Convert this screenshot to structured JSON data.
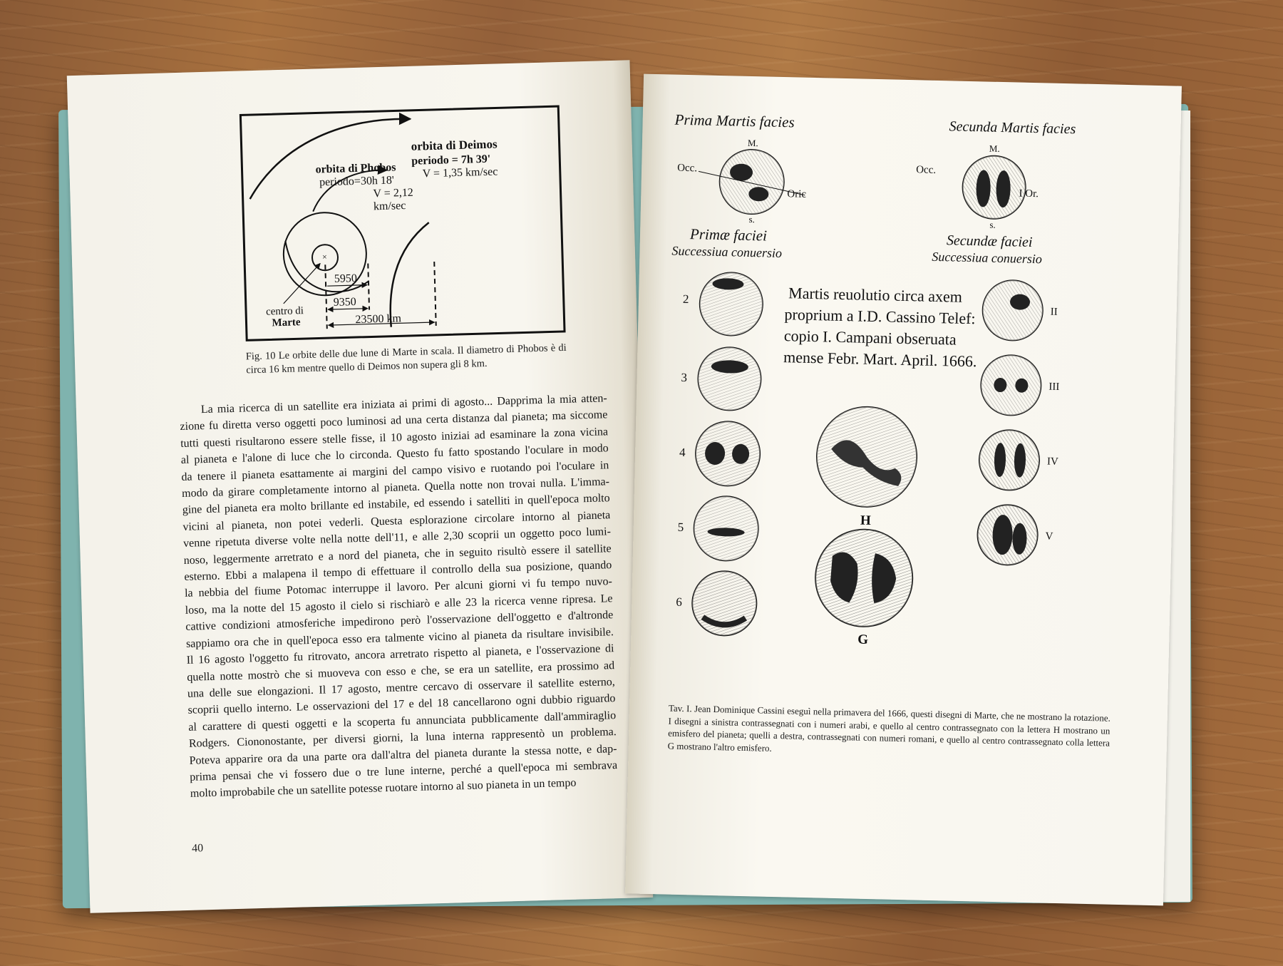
{
  "left_page": {
    "figure": {
      "label_deimos": "orbita di Deimos",
      "deimos_period": "periodo = 7h 39'",
      "deimos_speed": "V = 1,35 km/sec",
      "label_phobos": "orbita di Phobos",
      "phobos_period": "periodo=30h 18'",
      "phobos_speed_v": "V = 2,12",
      "phobos_speed_unit": "km/sec",
      "center_label_1": "centro di",
      "center_label_2": "Marte",
      "dist_1": "5950",
      "dist_2": "9350",
      "dist_3": "23500 km"
    },
    "caption": "Fig. 10  Le orbite delle due lune di Marte in scala. Il diametro di Phobos è di circa 16 km mentre quello di Deimos non supera gli 8 km.",
    "body_lines": [
      "La mia ricerca di un satellite era iniziata ai primi di agosto... Dapprima la mia atten-",
      "zione fu diretta verso oggetti poco luminosi ad una certa distanza dal pianeta; ma siccome",
      "tutti questi risultarono essere stelle fisse, il 10 agosto iniziai ad esaminare la zona vicina",
      "al pianeta e l'alone di luce che lo circonda. Questo fu fatto spostando l'oculare in modo",
      "da tenere il pianeta esattamente ai margini del campo visivo e ruotando poi l'oculare in",
      "modo da girare completamente intorno al pianeta. Quella notte non trovai nulla. L'imma-",
      "gine del pianeta era molto brillante ed instabile, ed essendo i satelliti in quell'epoca molto",
      "vicini al pianeta, non potei vederli. Questa esplorazione circolare intorno al pianeta",
      "venne ripetuta diverse volte nella notte dell'11, e alle 2,30 scoprii un oggetto poco lumi-",
      "noso, leggermente arretrato e a nord del pianeta, che in seguito risultò essere il satellite",
      "esterno. Ebbi a malapena il tempo di effettuare il controllo della sua posizione, quando",
      "la nebbia del fiume Potomac interruppe il lavoro. Per alcuni giorni vi fu tempo nuvo-",
      "loso, ma la notte del 15 agosto il cielo si rischiarò e alle 23 la ricerca venne ripresa. Le",
      "cattive condizioni atmosferiche impedirono però l'osservazione dell'oggetto e d'altronde",
      "sappiamo ora che in quell'epoca esso era talmente vicino al pianeta da risultare invisibile.",
      "Il 16 agosto l'oggetto fu ritrovato, ancora arretrato rispetto al pianeta, e l'osservazione di",
      "quella notte mostrò che si muoveva con esso e che, se era un satellite, era prossimo ad",
      "una delle sue elongazioni. Il 17 agosto, mentre cercavo di osservare il satellite esterno,",
      "scoprii quello interno. Le osservazioni del 17 e del 18 cancellarono ogni dubbio riguardo",
      "al carattere di questi oggetti e la scoperta fu annunciata pubblicamente dall'ammiraglio",
      "Rodgers. Ciononostante, per diversi giorni, la luna interna rappresentò un problema.",
      "Poteva apparire ora da una parte ora dall'altra del pianeta durante la stessa notte, e dap-",
      "prima pensai che vi fossero due o tre lune interne, perché a quell'epoca mi sembrava",
      "molto improbabile che un satellite potesse ruotare intorno al suo pianeta in un tempo"
    ],
    "page_number": "40"
  },
  "right_page": {
    "plate": {
      "prima_title": "Prima Martis facies",
      "secunda_title": "Secunda Martis facies",
      "m_label": "M.",
      "s_label": "s.",
      "occ_label": "Occ.",
      "oric_label": "Oric",
      "or_label": "I Or.",
      "primae_1": "Primæ faciei",
      "primae_2": "Successiua conuersio",
      "secundae_1": "Secundæ faciei",
      "secundae_2": "Successiua conuersio",
      "inscription": [
        "Martis reuolutio circa axem",
        "proprium a I.D. Cassino Telef:",
        "copio I. Campani obseruata",
        "mense Febr. Mart. April. 1666."
      ],
      "left_numbers": [
        "2",
        "3",
        "4",
        "5",
        "6"
      ],
      "right_numerals": [
        "II",
        "III",
        "IV",
        "V"
      ],
      "center_h": "H",
      "center_g": "G"
    },
    "caption": "Tav. I.  Jean Dominique Cassini eseguì nella primavera del 1666, questi disegni di Marte, che ne mostrano la rotazione. I disegni a sinistra contrassegnati con i numeri arabi, e quello al centro contrassegnato con la lettera H mostrano un emisfero del pianeta; quelli a destra, contrassegnati con numeri romani, e quello al centro contrassegnato colla lettera G mostrano l'altro emisfero."
  }
}
